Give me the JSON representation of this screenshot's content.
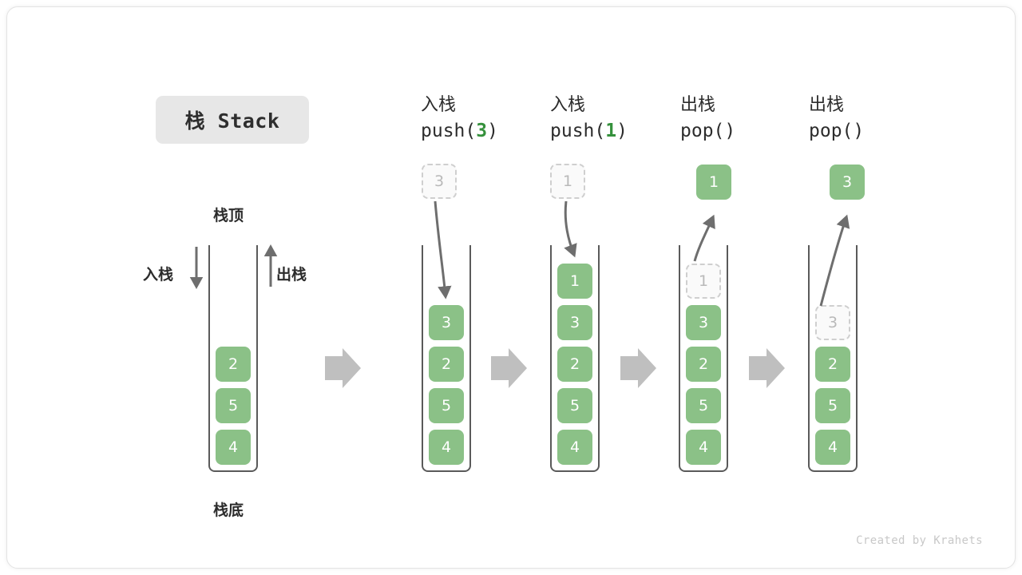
{
  "title_badge": {
    "label": "栈 Stack"
  },
  "credit": "Created by Krahets",
  "colors": {
    "cell_green": "#8bc187",
    "code_num_green": "#35913c",
    "ghost_border": "#cfcfcf",
    "ghost_text": "#b9b9b9",
    "tube_stroke": "#5a5a5a",
    "arrow_gray": "#6e6e6e",
    "block_arrow_gray": "#bfbfbf",
    "badge_bg": "#e7e7e7",
    "text_dark": "#2c2c2c"
  },
  "legend": {
    "top_label": "栈顶",
    "bottom_label": "栈底",
    "push_label": "入栈",
    "pop_label": "出栈"
  },
  "columns": [
    {
      "id": "initial",
      "header_cn": "",
      "header_code_prefix": "",
      "header_code_num": "",
      "header_code_suffix": "",
      "cells": [
        {
          "value": "2",
          "state": "solid"
        },
        {
          "value": "5",
          "state": "solid"
        },
        {
          "value": "4",
          "state": "solid"
        }
      ],
      "float_box": null
    },
    {
      "id": "push-3",
      "header_cn": "入栈",
      "header_code_prefix": "push(",
      "header_code_num": "3",
      "header_code_suffix": ")",
      "cells": [
        {
          "value": "3",
          "state": "solid"
        },
        {
          "value": "2",
          "state": "solid"
        },
        {
          "value": "5",
          "state": "solid"
        },
        {
          "value": "4",
          "state": "solid"
        }
      ],
      "float_box": {
        "value": "3",
        "state": "ghost"
      }
    },
    {
      "id": "push-1",
      "header_cn": "入栈",
      "header_code_prefix": "push(",
      "header_code_num": "1",
      "header_code_suffix": ")",
      "cells": [
        {
          "value": "1",
          "state": "solid"
        },
        {
          "value": "3",
          "state": "solid"
        },
        {
          "value": "2",
          "state": "solid"
        },
        {
          "value": "5",
          "state": "solid"
        },
        {
          "value": "4",
          "state": "solid"
        }
      ],
      "float_box": {
        "value": "1",
        "state": "ghost"
      }
    },
    {
      "id": "pop-1",
      "header_cn": "出栈",
      "header_code_prefix": "pop(",
      "header_code_num": "",
      "header_code_suffix": ")",
      "cells": [
        {
          "value": "1",
          "state": "ghost"
        },
        {
          "value": "3",
          "state": "solid"
        },
        {
          "value": "2",
          "state": "solid"
        },
        {
          "value": "5",
          "state": "solid"
        },
        {
          "value": "4",
          "state": "solid"
        }
      ],
      "float_box": {
        "value": "1",
        "state": "solid"
      }
    },
    {
      "id": "pop-3",
      "header_cn": "出栈",
      "header_code_prefix": "pop(",
      "header_code_num": "",
      "header_code_suffix": ")",
      "cells": [
        {
          "value": "3",
          "state": "ghost"
        },
        {
          "value": "2",
          "state": "solid"
        },
        {
          "value": "5",
          "state": "solid"
        },
        {
          "value": "4",
          "state": "solid"
        }
      ],
      "float_box": {
        "value": "3",
        "state": "solid"
      }
    }
  ]
}
